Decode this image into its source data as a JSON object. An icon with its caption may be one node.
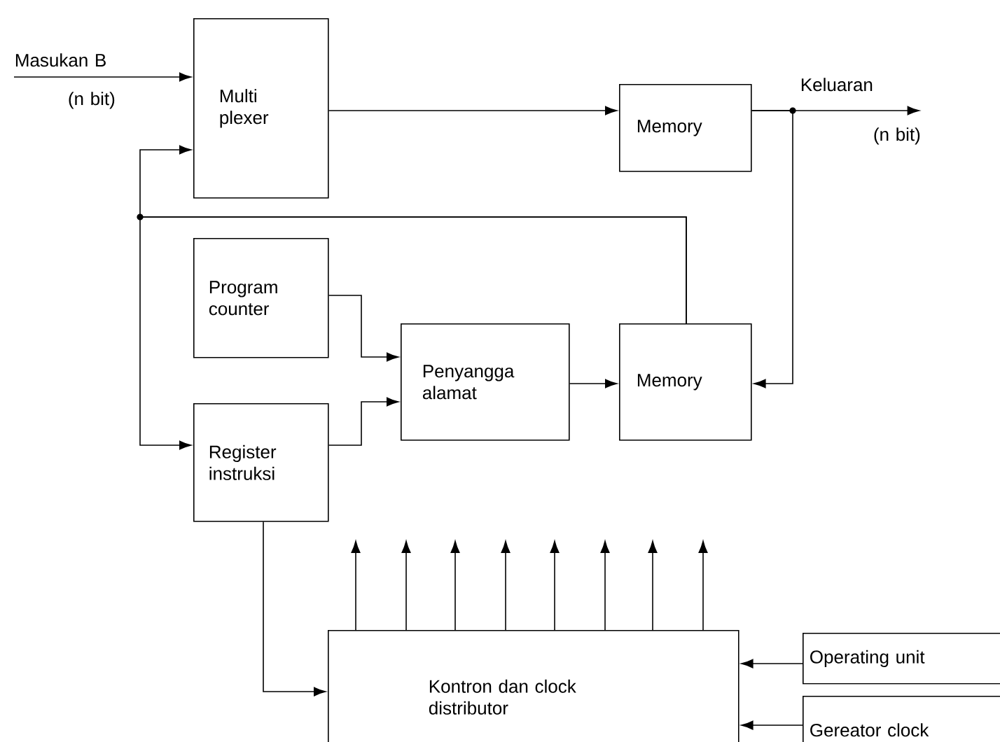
{
  "diagram": {
    "nodes": [
      {
        "text": [
          "Multi plexer"
        ]
      },
      {
        "text": [
          "Memory"
        ]
      },
      {
        "text": [
          "Program counter"
        ]
      },
      {
        "text": [
          "Penyangga alamat"
        ]
      },
      {
        "text": [
          "Memory"
        ]
      },
      {
        "text": [
          "Register instruksi"
        ]
      },
      {
        "text": [
          "Kontron dan clock distributor"
        ]
      },
      {
        "text": [
          "Operating unit"
        ]
      },
      {
        "text": [
          "Gereator clock"
        ]
      },
      {
        "text": [
          "Masukan B",
          "(n bit)"
        ]
      },
      {
        "text": [
          "Keluaran",
          "(n bit)"
        ]
      }
    ],
    "edges": [
      {
        "from": 9,
        "to": 0,
        "arrow": "to"
      },
      {
        "from": 0,
        "to": 1,
        "arrow": "to"
      },
      {
        "from": 1,
        "to": 10,
        "arrow": "to"
      },
      {
        "from": 1,
        "to": 4,
        "arrow": "to"
      },
      {
        "from": 4,
        "to": 0,
        "arrow": "to"
      },
      {
        "from": 4,
        "to": 5,
        "arrow": "to"
      },
      {
        "from": 2,
        "to": 3,
        "arrow": "to"
      },
      {
        "from": 5,
        "to": 3,
        "arrow": "to"
      },
      {
        "from": 3,
        "to": 4,
        "arrow": "to"
      },
      {
        "from": 5,
        "to": 6,
        "arrow": "to"
      },
      {
        "from": 7,
        "to": 6,
        "arrow": "to"
      },
      {
        "from": 8,
        "to": 6,
        "arrow": "to"
      },
      {
        "from": 6,
        "to": null,
        "arrow": "to"
      },
      {
        "from": 6,
        "to": null,
        "arrow": "to"
      },
      {
        "from": 6,
        "to": null,
        "arrow": "to"
      },
      {
        "from": 6,
        "to": null,
        "arrow": "to"
      },
      {
        "from": 6,
        "to": null,
        "arrow": "to"
      },
      {
        "from": 6,
        "to": null,
        "arrow": "to"
      },
      {
        "from": 6,
        "to": null,
        "arrow": "to"
      },
      {
        "from": 6,
        "to": null,
        "arrow": "to"
      }
    ]
  }
}
